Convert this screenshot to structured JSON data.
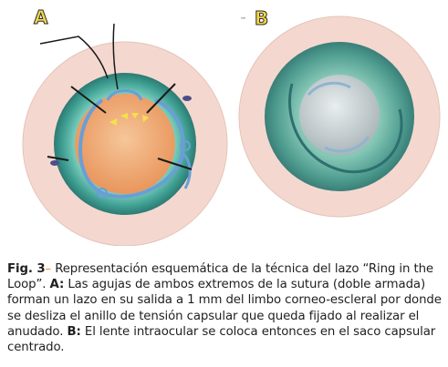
{
  "figure": {
    "panel_a_label": "A",
    "panel_b_label": "B",
    "mark": "™",
    "colors": {
      "sclera": "#f3d5cc",
      "iris_outer": "#3f8b83",
      "iris_inner": "#67c1b1",
      "pupil": "#f0aa72",
      "suture": "#6e9fd3",
      "arrow": "#f5e64f",
      "needle": "#1a1a1a",
      "label_fill": "#f4d64a"
    }
  },
  "caption": {
    "fig_label": "Fig. 3",
    "dash": "–",
    "text1": " Representación esquemática de la técnica del lazo “Ring in the Loop”. ",
    "a_label": "A:",
    "text2": " Las agujas de ambos extremos de la sutura (doble armada) forman un lazo en su salida a 1 mm del limbo corneo-escleral por donde se desliza el anillo de tensión capsular que queda fijado al realizar el anudado. ",
    "b_label": "B:",
    "text3": " El lente intraocular se coloca entonces en el saco capsular centrado."
  }
}
